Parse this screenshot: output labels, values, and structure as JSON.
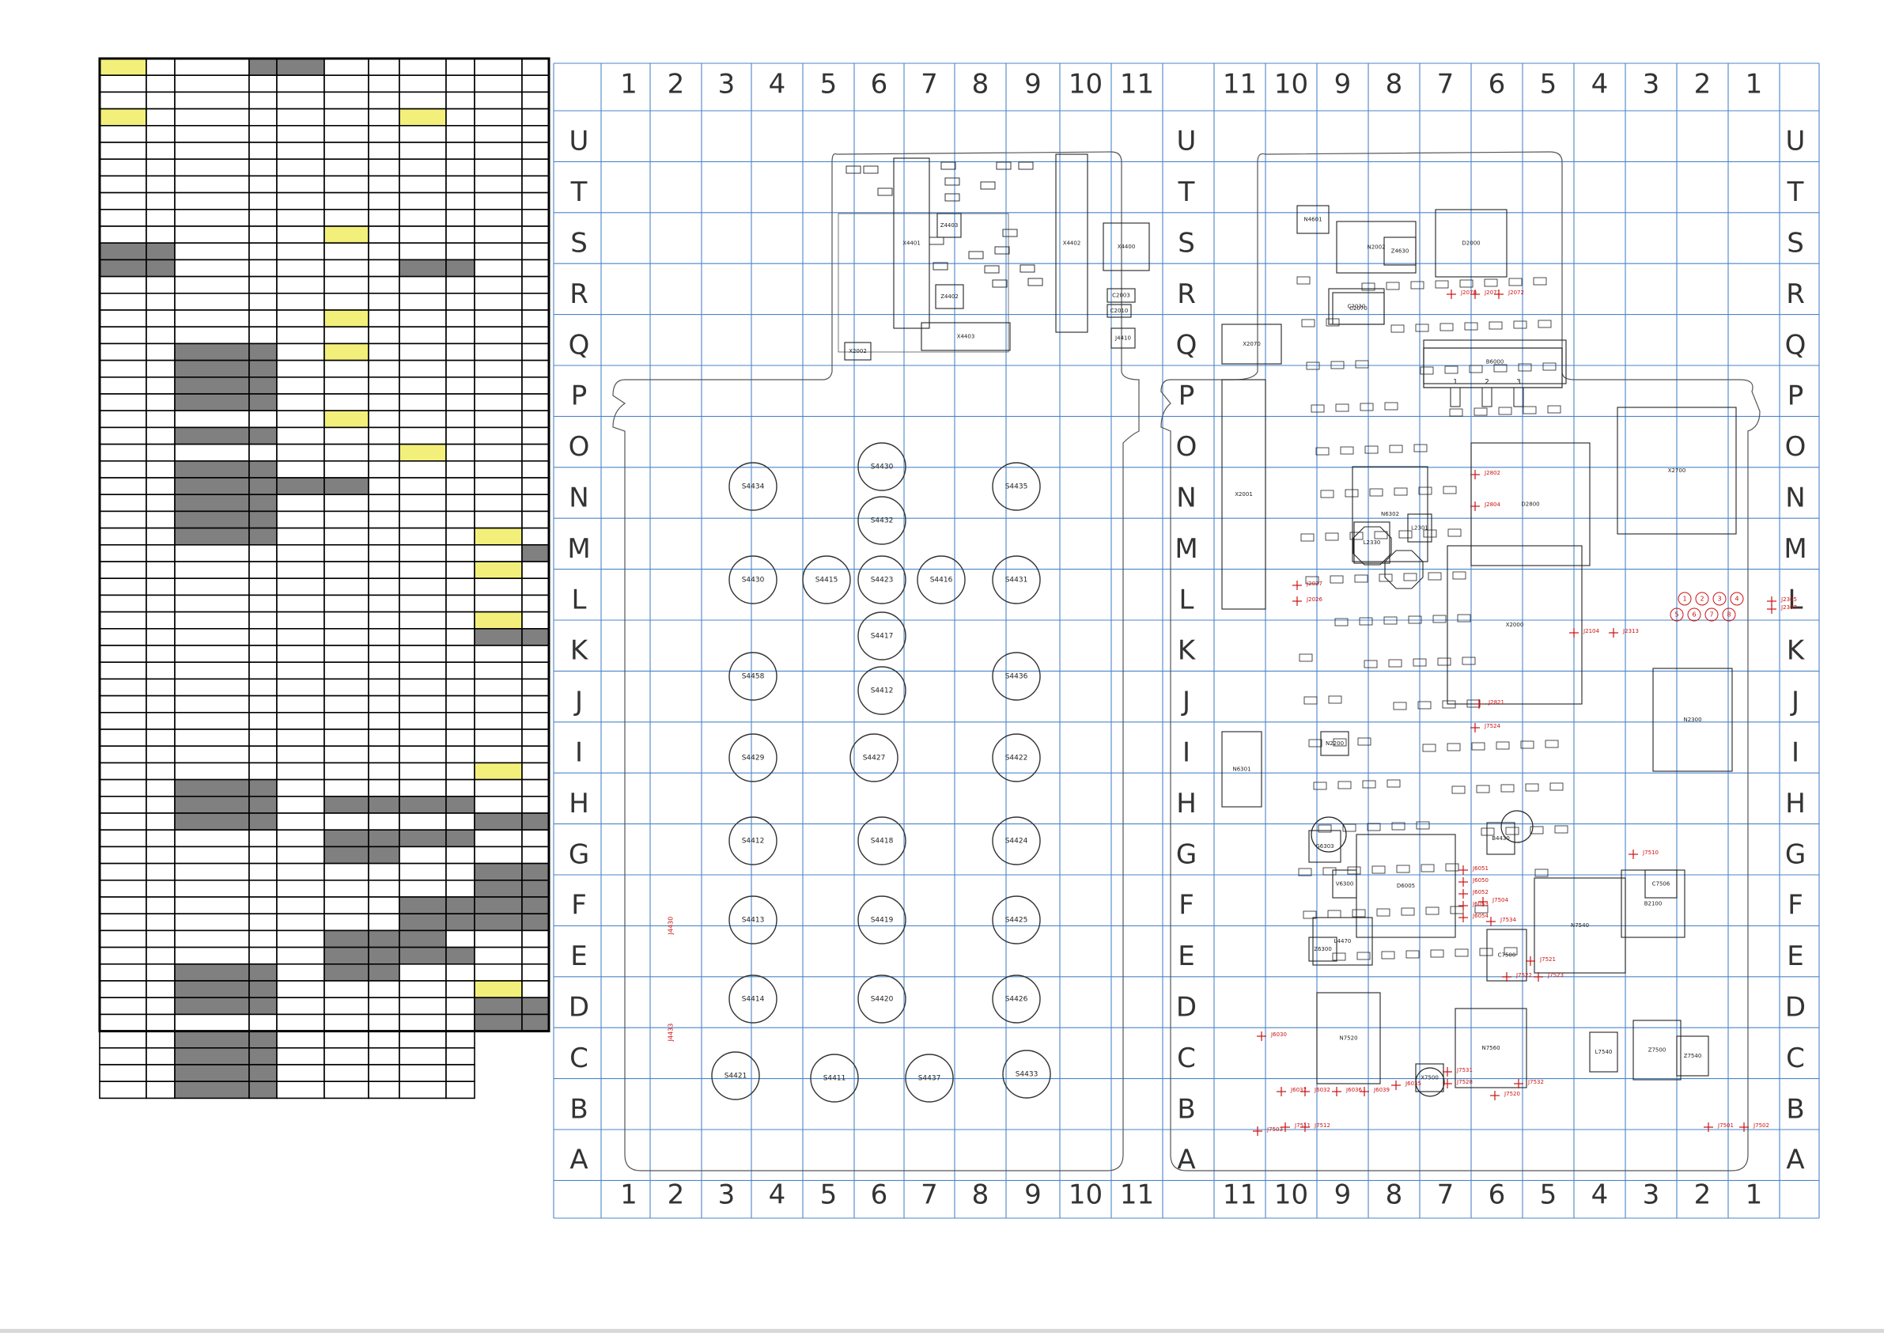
{
  "grid": {
    "top_columns_left": [
      "1",
      "2",
      "3",
      "4",
      "5",
      "6",
      "7",
      "8",
      "9",
      "10",
      "11"
    ],
    "top_columns_right": [
      "11",
      "10",
      "9",
      "8",
      "7",
      "6",
      "5",
      "4",
      "3",
      "2",
      "1"
    ],
    "row_letters": [
      "U",
      "T",
      "S",
      "R",
      "Q",
      "P",
      "O",
      "N",
      "M",
      "L",
      "K",
      "J",
      "I",
      "H",
      "G",
      "F",
      "E",
      "D",
      "C",
      "B",
      "A"
    ]
  },
  "colors": {
    "grid_line": "#4a86c8",
    "outline": "#555555",
    "component": "#222222",
    "test_point": "#cc1111",
    "highlight_yellow": "#f2f07a",
    "highlight_gray": "#808080",
    "table_border": "#000000"
  },
  "table": {
    "rows": 62,
    "columns": 11,
    "yellow_cells": [
      [
        0,
        0
      ],
      [
        3,
        0
      ],
      [
        3,
        7
      ],
      [
        10,
        5
      ],
      [
        15,
        5
      ],
      [
        17,
        5
      ],
      [
        21,
        5
      ],
      [
        23,
        7
      ],
      [
        28,
        9
      ],
      [
        30,
        9
      ],
      [
        33,
        9
      ],
      [
        42,
        9
      ],
      [
        55,
        9
      ]
    ],
    "gray_cells": [
      [
        0,
        3
      ],
      [
        0,
        4
      ],
      [
        11,
        0
      ],
      [
        11,
        1
      ],
      [
        12,
        0
      ],
      [
        12,
        1
      ],
      [
        12,
        7
      ],
      [
        12,
        8
      ],
      [
        17,
        2
      ],
      [
        17,
        3
      ],
      [
        18,
        2
      ],
      [
        18,
        3
      ],
      [
        19,
        2
      ],
      [
        19,
        3
      ],
      [
        20,
        2
      ],
      [
        20,
        3
      ],
      [
        22,
        2
      ],
      [
        22,
        3
      ],
      [
        24,
        2
      ],
      [
        24,
        3
      ],
      [
        25,
        2
      ],
      [
        25,
        3
      ],
      [
        25,
        4
      ],
      [
        25,
        5
      ],
      [
        26,
        2
      ],
      [
        26,
        3
      ],
      [
        27,
        2
      ],
      [
        27,
        3
      ],
      [
        28,
        2
      ],
      [
        28,
        3
      ],
      [
        29,
        10
      ],
      [
        34,
        9
      ],
      [
        34,
        10
      ],
      [
        43,
        2
      ],
      [
        43,
        3
      ],
      [
        44,
        2
      ],
      [
        44,
        3
      ],
      [
        44,
        5
      ],
      [
        44,
        6
      ],
      [
        44,
        7
      ],
      [
        44,
        8
      ],
      [
        45,
        2
      ],
      [
        45,
        3
      ],
      [
        45,
        9
      ],
      [
        45,
        10
      ],
      [
        46,
        5
      ],
      [
        46,
        6
      ],
      [
        46,
        7
      ],
      [
        46,
        8
      ],
      [
        47,
        5
      ],
      [
        47,
        6
      ],
      [
        48,
        9
      ],
      [
        48,
        10
      ],
      [
        49,
        9
      ],
      [
        49,
        10
      ],
      [
        50,
        7
      ],
      [
        50,
        8
      ],
      [
        50,
        9
      ],
      [
        50,
        10
      ],
      [
        51,
        7
      ],
      [
        51,
        8
      ],
      [
        51,
        9
      ],
      [
        51,
        10
      ],
      [
        52,
        5
      ],
      [
        52,
        6
      ],
      [
        52,
        7
      ],
      [
        53,
        5
      ],
      [
        53,
        6
      ],
      [
        53,
        7
      ],
      [
        53,
        8
      ],
      [
        54,
        2
      ],
      [
        54,
        3
      ],
      [
        54,
        5
      ],
      [
        54,
        6
      ],
      [
        55,
        2
      ],
      [
        55,
        3
      ],
      [
        56,
        2
      ],
      [
        56,
        3
      ],
      [
        56,
        9
      ],
      [
        56,
        10
      ],
      [
        57,
        9
      ],
      [
        57,
        10
      ],
      [
        58,
        2
      ],
      [
        58,
        3
      ],
      [
        59,
        2
      ],
      [
        59,
        3
      ],
      [
        60,
        2
      ],
      [
        60,
        3
      ],
      [
        61,
        2
      ],
      [
        61,
        3
      ]
    ]
  },
  "left_board": {
    "switches": [
      {
        "label": "S4430",
        "col": 6.0,
        "row": "N+"
      },
      {
        "label": "S4434",
        "col": 3.1,
        "row": "N"
      },
      {
        "label": "S4435",
        "col": 8.5,
        "row": "N"
      },
      {
        "label": "S4432",
        "col": 6.0,
        "row": "M"
      },
      {
        "label": "S4430",
        "col": 3.1,
        "row": "L"
      },
      {
        "label": "S4415",
        "col": 4.8,
        "row": "L"
      },
      {
        "label": "S4423",
        "col": 6.0,
        "row": "L"
      },
      {
        "label": "S4416",
        "col": 7.0,
        "row": "L"
      },
      {
        "label": "S4431",
        "col": 8.5,
        "row": "L"
      },
      {
        "label": "S4417",
        "col": 6.0,
        "row": "K"
      },
      {
        "label": "S4458",
        "col": 3.1,
        "row": "K-"
      },
      {
        "label": "S4412",
        "col": 6.0,
        "row": "J"
      },
      {
        "label": "S4436",
        "col": 8.5,
        "row": "K-"
      },
      {
        "label": "S4429",
        "col": 3.1,
        "row": "I"
      },
      {
        "label": "S4427",
        "col": 5.8,
        "row": "I"
      },
      {
        "label": "S4422",
        "col": 8.5,
        "row": "I"
      },
      {
        "label": "S4412",
        "col": 3.1,
        "row": "G"
      },
      {
        "label": "S4418",
        "col": 6.0,
        "row": "G"
      },
      {
        "label": "S4424",
        "col": 8.5,
        "row": "G"
      },
      {
        "label": "S4413",
        "col": 3.1,
        "row": "F"
      },
      {
        "label": "S4419",
        "col": 6.0,
        "row": "F"
      },
      {
        "label": "S4425",
        "col": 8.5,
        "row": "F"
      },
      {
        "label": "S4414",
        "col": 3.1,
        "row": "D"
      },
      {
        "label": "S4420",
        "col": 6.0,
        "row": "D"
      },
      {
        "label": "S4426",
        "col": 8.5,
        "row": "D"
      },
      {
        "label": "S4421",
        "col": 2.9,
        "row": "C"
      },
      {
        "label": "S4411",
        "col": 4.8,
        "row": "C"
      },
      {
        "label": "S4437",
        "col": 6.8,
        "row": "C"
      },
      {
        "label": "S4433",
        "col": 8.7,
        "row": "C"
      }
    ],
    "parts": [
      {
        "label": "X4401"
      },
      {
        "label": "X4402"
      },
      {
        "label": "X4403"
      },
      {
        "label": "X4400"
      },
      {
        "label": "Z4402"
      },
      {
        "label": "Z4403"
      },
      {
        "label": "X2002"
      },
      {
        "label": "C2003"
      },
      {
        "label": "C2010"
      },
      {
        "label": "J4410"
      }
    ],
    "test_points": [
      {
        "label": "J4430"
      },
      {
        "label": "J4433"
      }
    ]
  },
  "right_board": {
    "parts": [
      {
        "label": "N2002"
      },
      {
        "label": "D2000"
      },
      {
        "label": "D2800"
      },
      {
        "label": "X2000"
      },
      {
        "label": "X2001"
      },
      {
        "label": "X2070"
      },
      {
        "label": "B6000"
      },
      {
        "label": "X2700"
      },
      {
        "label": "N2300"
      },
      {
        "label": "N6302"
      },
      {
        "label": "D6005"
      },
      {
        "label": "N7520"
      },
      {
        "label": "N7560"
      },
      {
        "label": "N7540"
      },
      {
        "label": "Z7500"
      },
      {
        "label": "Z7540"
      },
      {
        "label": "B2100"
      },
      {
        "label": "N6301"
      },
      {
        "label": "L4470"
      },
      {
        "label": "C7500"
      },
      {
        "label": "C2030"
      },
      {
        "label": "N2200"
      },
      {
        "label": "L2330"
      },
      {
        "label": "G6303"
      },
      {
        "label": "L7540"
      },
      {
        "label": "B4430"
      },
      {
        "label": "X7500"
      },
      {
        "label": "V6300"
      },
      {
        "label": "C2070"
      },
      {
        "label": "Z4630"
      },
      {
        "label": "N4601"
      },
      {
        "label": "L2301"
      },
      {
        "label": "C7506"
      },
      {
        "label": "Z6300"
      }
    ],
    "connector_pins": [
      "1",
      "2",
      "3"
    ],
    "dip_labels": [
      "1",
      "2",
      "3",
      "4",
      "5",
      "6",
      "7",
      "8"
    ],
    "test_points": [
      {
        "label": "J2027"
      },
      {
        "label": "J2026"
      },
      {
        "label": "J2070"
      },
      {
        "label": "J2071"
      },
      {
        "label": "J2072"
      },
      {
        "label": "J6030"
      },
      {
        "label": "J6037"
      },
      {
        "label": "J6032"
      },
      {
        "label": "J6036"
      },
      {
        "label": "J6039"
      },
      {
        "label": "J6035"
      },
      {
        "label": "J7503"
      },
      {
        "label": "J7501"
      },
      {
        "label": "J7502"
      },
      {
        "label": "J7510"
      },
      {
        "label": "J7504"
      },
      {
        "label": "J7534"
      },
      {
        "label": "J7522"
      },
      {
        "label": "J7523"
      },
      {
        "label": "J7521"
      },
      {
        "label": "J7531"
      },
      {
        "label": "J7528"
      },
      {
        "label": "J7532"
      },
      {
        "label": "J7520"
      },
      {
        "label": "J7511"
      },
      {
        "label": "J7512"
      },
      {
        "label": "J2305"
      },
      {
        "label": "J2307"
      },
      {
        "label": "J2104"
      },
      {
        "label": "J2313"
      },
      {
        "label": "J2802"
      },
      {
        "label": "J2804"
      },
      {
        "label": "J6051"
      },
      {
        "label": "J6050"
      },
      {
        "label": "J6052"
      },
      {
        "label": "J6053"
      },
      {
        "label": "J6054"
      },
      {
        "label": "J7524"
      },
      {
        "label": "J2821"
      }
    ]
  }
}
